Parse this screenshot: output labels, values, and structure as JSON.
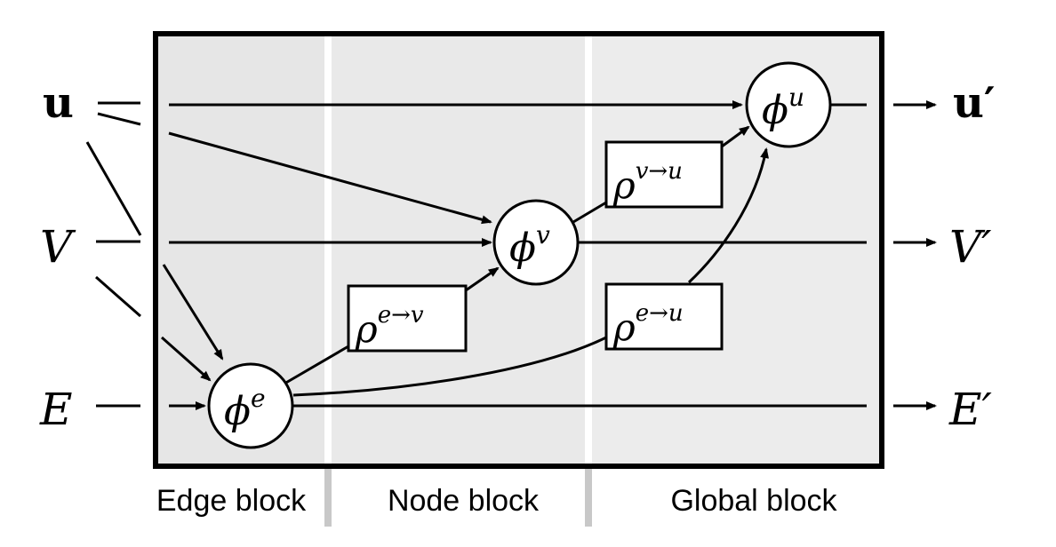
{
  "inputs": {
    "u": {
      "symbol": "u"
    },
    "V": {
      "symbol": "V"
    },
    "E": {
      "symbol": "E"
    }
  },
  "outputs": {
    "u": {
      "symbol": "u",
      "prime": "′"
    },
    "V": {
      "symbol": "V",
      "prime": "′"
    },
    "E": {
      "symbol": "E",
      "prime": "′"
    }
  },
  "functions": {
    "phi_e": {
      "base": "ϕ",
      "sup": "e"
    },
    "phi_v": {
      "base": "ϕ",
      "sup": "v"
    },
    "phi_u": {
      "base": "ϕ",
      "sup": "u"
    }
  },
  "aggregators": {
    "rho_ev": {
      "base": "ρ",
      "sup": "e→v"
    },
    "rho_vu": {
      "base": "ρ",
      "sup": "v→u"
    },
    "rho_eu": {
      "base": "ρ",
      "sup": "e→u"
    }
  },
  "blocks": {
    "edge": "Edge block",
    "node": "Node block",
    "global": "Global block"
  },
  "colors": {
    "block_fill": "#e6e6e6",
    "divider": "#ffffff",
    "divider_below": "#c8c8c8",
    "stroke": "#000000",
    "node_fill": "#ffffff"
  }
}
